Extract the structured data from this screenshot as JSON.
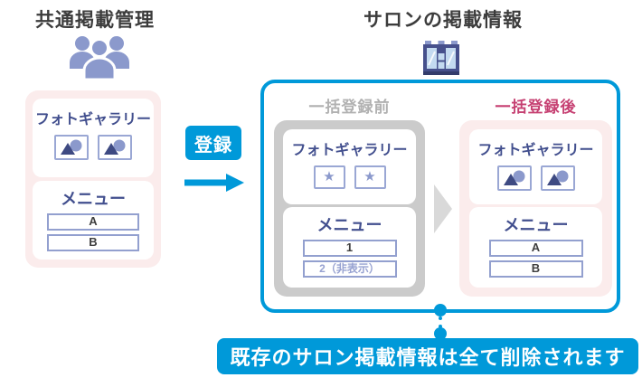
{
  "left_panel": {
    "title": "共通掲載管理",
    "gallery": {
      "title": "フォトギャラリー"
    },
    "menu": {
      "title": "メニュー",
      "items": [
        "A",
        "B"
      ]
    }
  },
  "register": {
    "label": "登録"
  },
  "salon_panel": {
    "title": "サロンの掲載情報",
    "before": {
      "label": "一括登録前",
      "gallery": {
        "title": "フォトギャラリー"
      },
      "menu": {
        "title": "メニュー",
        "items": [
          "1",
          "2（非表示）"
        ]
      }
    },
    "after": {
      "label": "一括登録後",
      "gallery": {
        "title": "フォトギャラリー"
      },
      "menu": {
        "title": "メニュー",
        "items": [
          "A",
          "B"
        ]
      }
    }
  },
  "note": "既存のサロン掲載情報は全て削除されます",
  "icons": {
    "star_glyph": "★",
    "people_group": "people-group-icon",
    "storefront": "storefront-icon",
    "photo_thumbnail": "photo-thumbnail-icon",
    "register_arrow": "right-arrow-icon",
    "transition_arrow": "chevron-right-icon"
  },
  "colors": {
    "accent_blue": "#0099d9",
    "navy_text": "#424f8e",
    "periwinkle": "#8b99cc",
    "pink_bg": "#fbecec",
    "gray_bg": "#cbcbcb",
    "gray_label": "#b1b1b1",
    "magenta_label": "#c64072"
  }
}
